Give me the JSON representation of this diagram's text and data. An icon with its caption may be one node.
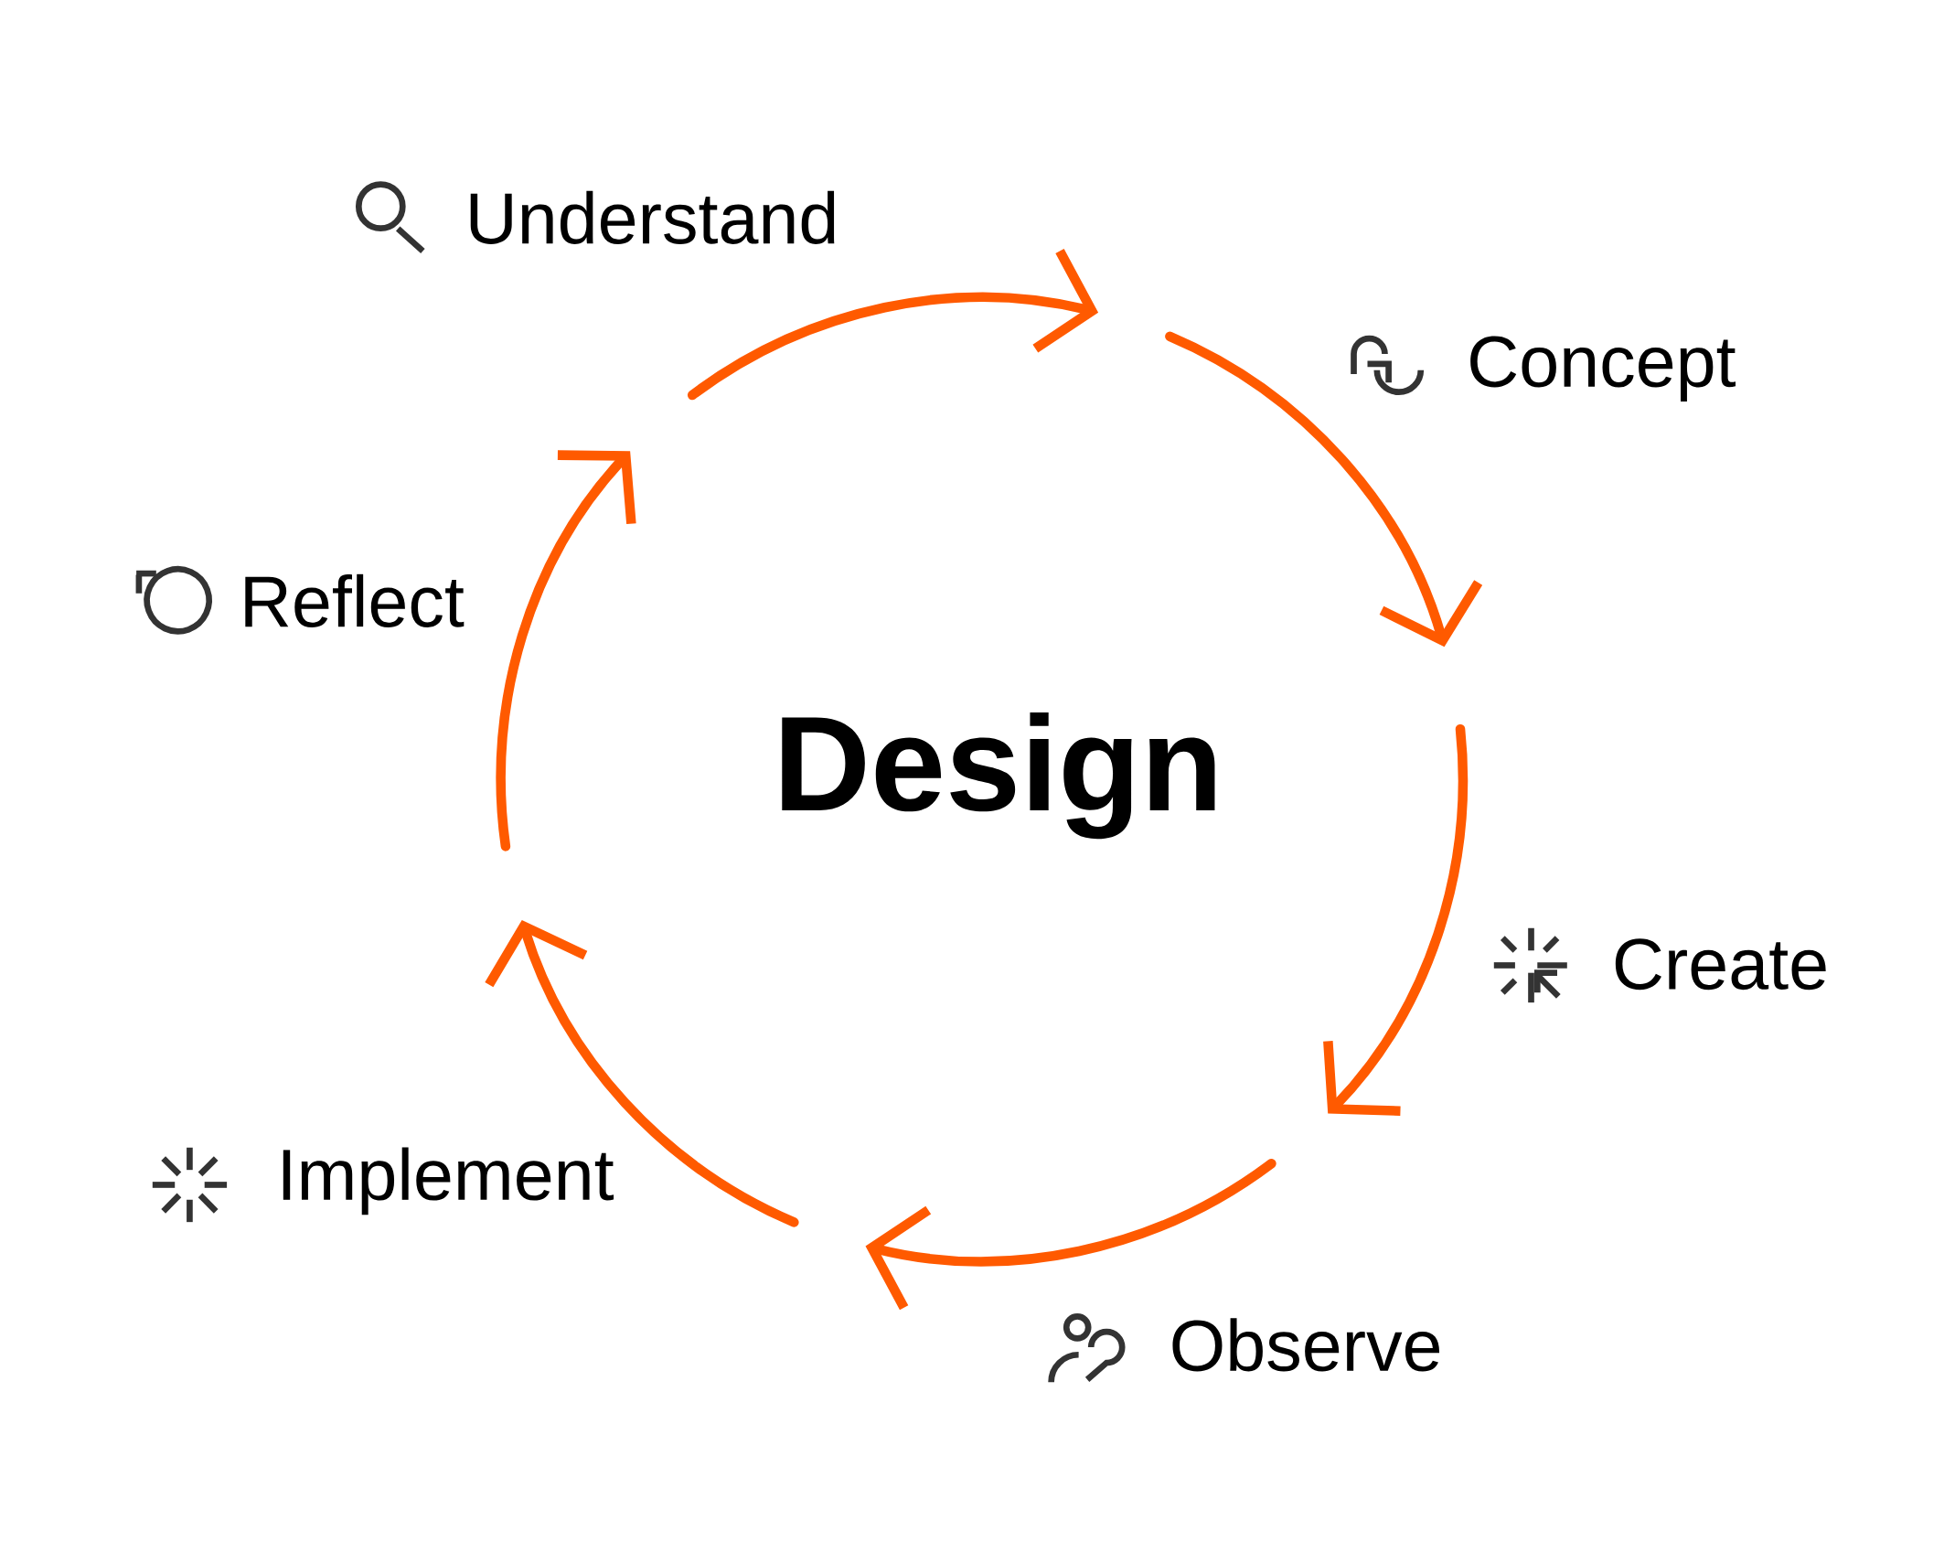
{
  "diagram": {
    "nodes": [
      {
        "text": [
          "Understand"
        ]
      },
      {
        "text": [
          "Concept"
        ]
      },
      {
        "text": [
          "Create"
        ]
      },
      {
        "text": [
          "Observe"
        ]
      },
      {
        "text": [
          "Implement"
        ]
      },
      {
        "text": [
          "Reflect"
        ]
      },
      {
        "text": [
          "Design"
        ]
      }
    ]
  }
}
